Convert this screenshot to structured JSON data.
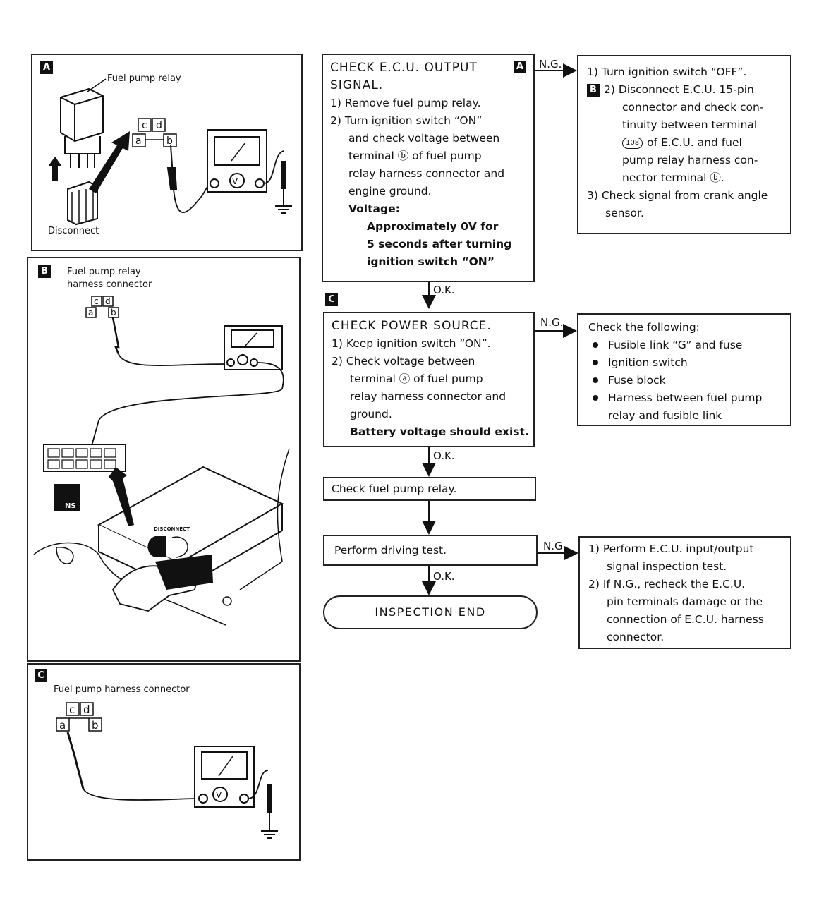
{
  "panels": {
    "A": {
      "tag": "A",
      "relay_label": "Fuel pump relay",
      "disconnect_label": "Disconnect",
      "terminals": [
        "c",
        "d",
        "a",
        "b"
      ]
    },
    "B": {
      "tag": "B",
      "label_line1": "Fuel pump relay",
      "label_line2": "harness connector",
      "terminals": [
        "c",
        "d",
        "a",
        "b"
      ],
      "ns_label": "NS",
      "disconnect_label": "DISCONNECT"
    },
    "C": {
      "tag": "C",
      "label": "Fuel pump harness connector",
      "terminals": [
        "c",
        "d",
        "a",
        "b"
      ]
    }
  },
  "flow": {
    "check_ecu": {
      "tag": "A",
      "lines": [
        "CHECK E.C.U. OUTPUT",
        "SIGNAL.",
        "1) Remove fuel pump relay.",
        "2) Turn ignition switch “ON”",
        "and check voltage between",
        "terminal ⓑ of fuel pump",
        "relay harness connector and",
        "engine ground.",
        "Voltage:",
        "Approximately 0V for",
        "5 seconds after turning",
        "ignition switch “ON”"
      ]
    },
    "ng_a": {
      "lines": [
        "1) Turn ignition switch “OFF”.",
        "2) Disconnect E.C.U. 15-pin",
        "connector and check con-",
        "tinuity between terminal",
        "of E.C.U. and fuel",
        "pump relay harness con-",
        "nector terminal ⓑ.",
        "3) Check signal from crank angle",
        "sensor."
      ],
      "tag": "B",
      "terminal_number": "108"
    },
    "check_power": {
      "tag": "C",
      "lines": [
        "CHECK POWER SOURCE.",
        "1) Keep ignition switch “ON”.",
        "2) Check voltage between",
        "terminal ⓐ of fuel pump",
        "relay harness connector and",
        "ground.",
        "Battery voltage should exist."
      ]
    },
    "ng_c": {
      "title": "Check the following:",
      "items": [
        "Fusible link “G” and fuse",
        "Ignition switch",
        "Fuse block",
        "Harness between fuel pump",
        "relay and fusible link"
      ]
    },
    "check_relay": "Check fuel pump relay.",
    "driving_test": "Perform driving test.",
    "ng_drive": {
      "lines": [
        "1) Perform E.C.U. input/output",
        "signal inspection test.",
        "2) If N.G., recheck the E.C.U.",
        "pin terminals damage or the",
        "connection of E.C.U. harness",
        "connector."
      ]
    },
    "end": "INSPECTION END",
    "labels": {
      "ng": "N.G.",
      "ok": "O.K."
    }
  }
}
